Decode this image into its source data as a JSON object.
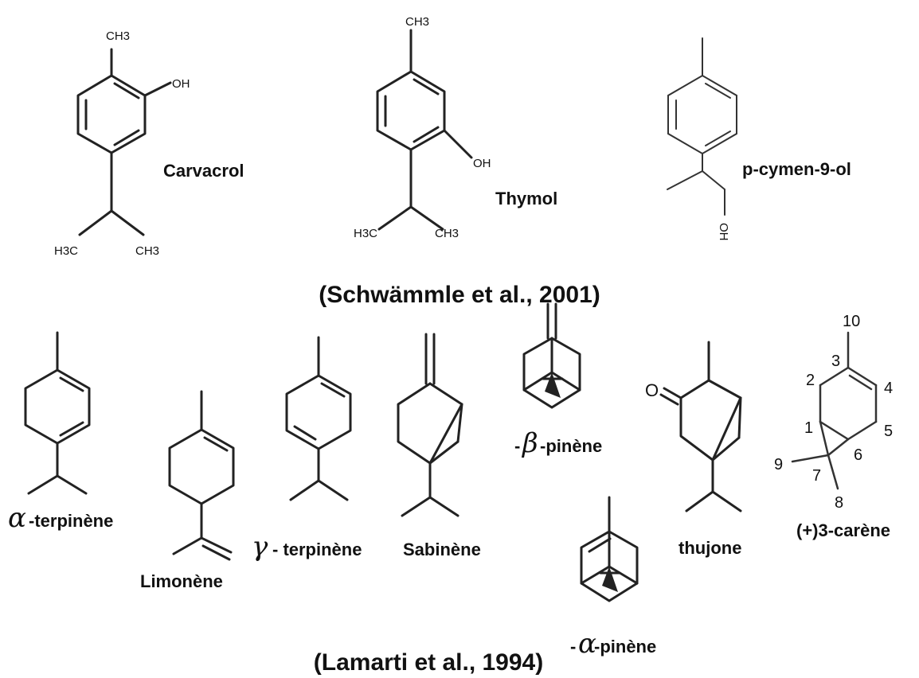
{
  "citations": {
    "top": "(Schwämmle et al., 2001)",
    "bottom": "(Lamarti et al., 1994)"
  },
  "molecules": {
    "carvacrol": {
      "name": "Carvacrol",
      "ch3": "CH3",
      "oh": "OH",
      "h3c": "H3C",
      "ch3b": "CH3"
    },
    "thymol": {
      "name": "Thymol",
      "ch3": "CH3",
      "oh": "OH",
      "h3c": "H3C",
      "ch3b": "CH3"
    },
    "pcymenol": {
      "name": "p-cymen-9-ol",
      "oh": "OH"
    },
    "alpha_terpinene": {
      "greek": "α",
      "name": "-terpinène"
    },
    "limonene": {
      "name": "Limonène"
    },
    "gamma_terpinene": {
      "greek": "γ",
      "name": "- terpinène"
    },
    "sabinene": {
      "name": "Sabinène"
    },
    "beta_pinene": {
      "prefix": "-",
      "greek": "β",
      "name": "-pinène"
    },
    "alpha_pinene": {
      "prefix": "-",
      "greek": "α",
      "name": "-pinène"
    },
    "thujone": {
      "name": "thujone",
      "o": "O"
    },
    "carene": {
      "name": "(+)3-carène",
      "numbers": [
        "1",
        "2",
        "3",
        "4",
        "5",
        "6",
        "7",
        "8",
        "9",
        "10"
      ]
    }
  }
}
